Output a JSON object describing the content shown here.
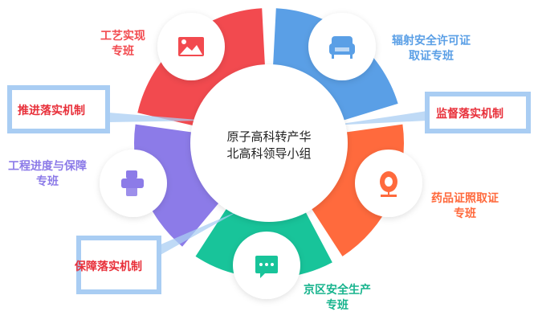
{
  "center": {
    "line1": "原子高科转产华",
    "line2": "北高科领导小组"
  },
  "segments": [
    {
      "id": "craft",
      "line1": "工艺实现",
      "line2": "专班",
      "icon": "image-icon",
      "color": "#f24a4f"
    },
    {
      "id": "radiation",
      "line1": "辐射安全许可证",
      "line2": "取证专班",
      "icon": "sofa-icon",
      "color": "#5a9fe6"
    },
    {
      "id": "drug",
      "line1": "药品证照取证",
      "line2": "专班",
      "icon": "webcam-icon",
      "color": "#ff6a3d"
    },
    {
      "id": "safety",
      "line1": "京区安全生产",
      "line2": "专班",
      "icon": "chat-icon",
      "color": "#18c49a"
    },
    {
      "id": "progress",
      "line1": "工程进度与保障",
      "line2": "专班",
      "icon": "printer-icon",
      "color": "#8c7be8"
    }
  ],
  "callouts": {
    "promote": "推进落实机制",
    "supervise": "监督落实机制",
    "guarantee": "保障落实机制"
  }
}
